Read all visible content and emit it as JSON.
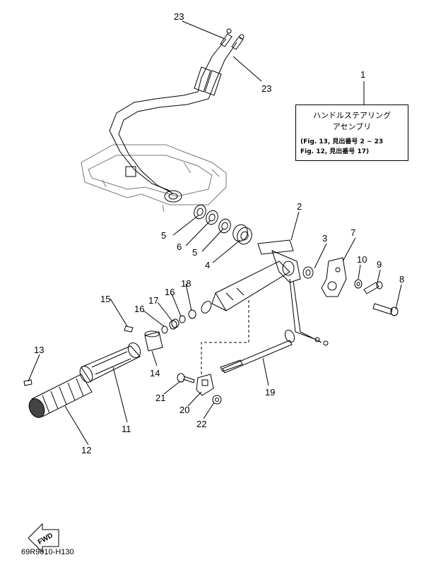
{
  "callouts": {
    "c1": "1",
    "c2": "2",
    "c3": "3",
    "c4": "4",
    "c5a": "5",
    "c5b": "5",
    "c6": "6",
    "c7": "7",
    "c8": "8",
    "c9": "9",
    "c10": "10",
    "c11": "11",
    "c12": "12",
    "c13": "13",
    "c14": "14",
    "c15": "15",
    "c16a": "16",
    "c16b": "16",
    "c17": "17",
    "c18": "18",
    "c19": "19",
    "c20": "20",
    "c21": "21",
    "c22": "22",
    "c23a": "23",
    "c23b": "23"
  },
  "assembly_box": {
    "title_line1": "ハンドルステアリング",
    "title_line2": "アセンブリ",
    "ref_line1": "(Fig. 13, 見出番号 2 ~ 23",
    "ref_line2": "Fig. 12, 見出番号 17)"
  },
  "fwd_label": "FWD",
  "drawing_code": "69R9010-H130"
}
